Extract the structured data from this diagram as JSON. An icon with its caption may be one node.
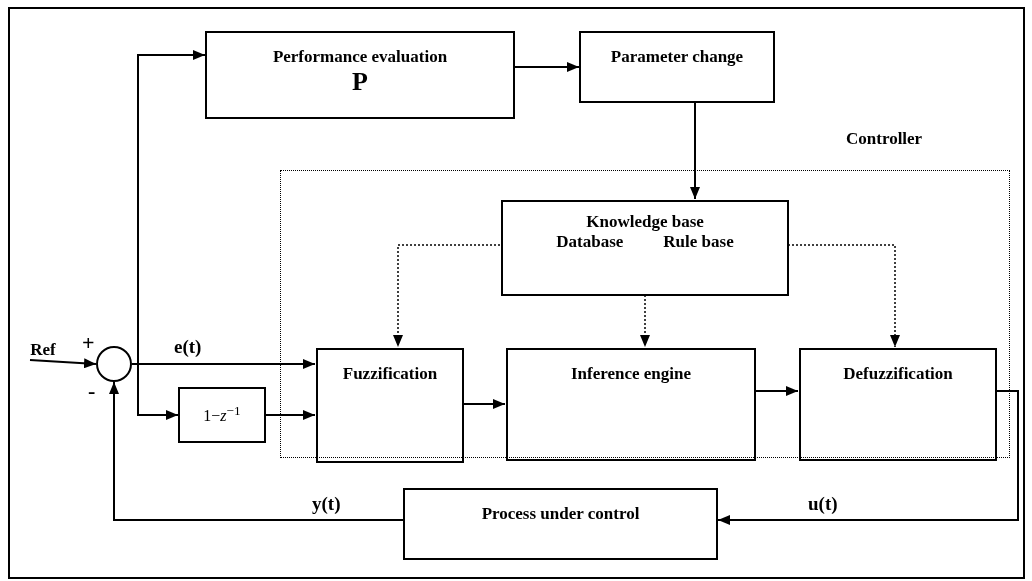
{
  "diagram": {
    "nodes": [
      {
        "text": [
          "Performance evaluation",
          "P"
        ]
      },
      {
        "text": [
          "Parameter change"
        ]
      },
      {
        "text": [
          "Controller"
        ]
      },
      {
        "text": [
          "Knowledge base",
          "Database",
          "Rule base"
        ],
        "in": 2
      },
      {
        "text": [
          "Ref"
        ]
      },
      {
        "text": [],
        "shape": "circle",
        "beside": [
          "+",
          "-"
        ]
      },
      {
        "text": [
          "Fuzzification"
        ],
        "in": 2
      },
      {
        "text": [
          "Inference engine"
        ],
        "in": 2
      },
      {
        "text": [
          "Defuzzification"
        ],
        "in": 2
      },
      {
        "text": [
          "1−*z*$^{−1}$"
        ]
      },
      {
        "text": [
          "Process under control"
        ]
      }
    ],
    "edges": [
      {
        "from": 4,
        "to": 5,
        "arrow": "to"
      },
      {
        "from": 5,
        "to": 6,
        "arrow": "to",
        "label": "e(t)"
      },
      {
        "from": 5,
        "to": 0,
        "arrow": "to"
      },
      {
        "from": 5,
        "to": 9,
        "arrow": "to"
      },
      {
        "from": 9,
        "to": 6,
        "arrow": "to"
      },
      {
        "from": 0,
        "to": 1,
        "arrow": "to"
      },
      {
        "from": 1,
        "to": 3,
        "arrow": "to"
      },
      {
        "from": 3,
        "to": 6,
        "arrow": "to",
        "style": "dashed"
      },
      {
        "from": 3,
        "to": 7,
        "arrow": "to",
        "style": "dashed"
      },
      {
        "from": 3,
        "to": 8,
        "arrow": "to",
        "style": "dashed"
      },
      {
        "from": 6,
        "to": 7,
        "arrow": "to"
      },
      {
        "from": 7,
        "to": 8,
        "arrow": "to"
      },
      {
        "from": 8,
        "to": 10,
        "arrow": "to",
        "label": "u(t)"
      },
      {
        "from": 10,
        "to": 5,
        "arrow": "to",
        "label": "y(t)"
      }
    ]
  }
}
